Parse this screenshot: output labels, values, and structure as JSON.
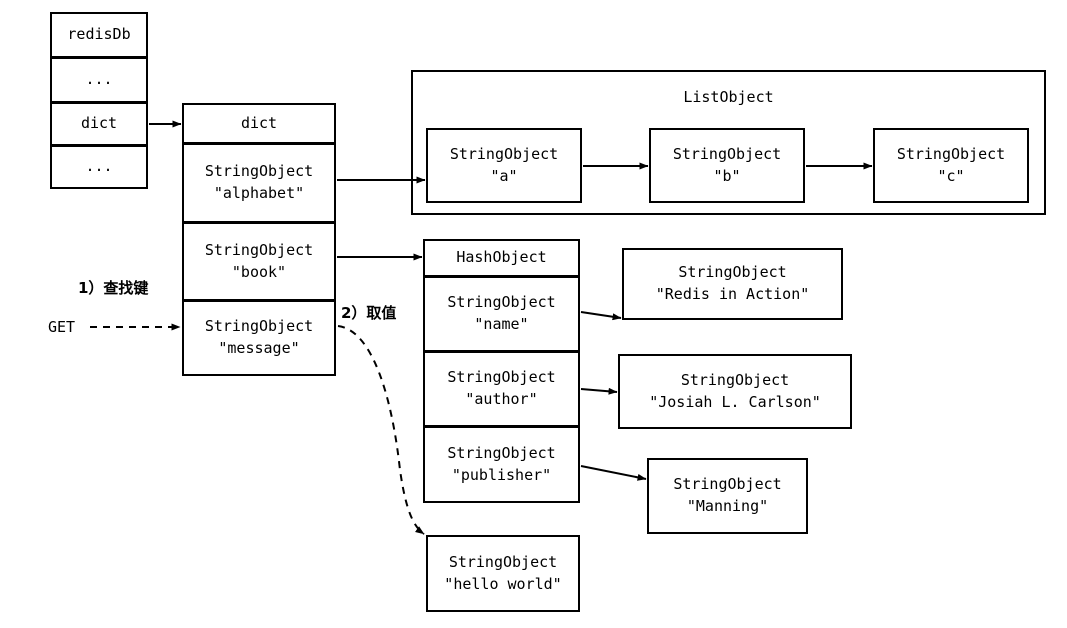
{
  "diagram": {
    "title_hidden": "Redis database key lookup diagram",
    "redis_db": {
      "name": "redis-db-box",
      "rows": [
        {
          "text": "redisDb"
        },
        {
          "text": "..."
        },
        {
          "text": "dict"
        },
        {
          "text": "..."
        }
      ]
    },
    "dict": {
      "header": "dict",
      "entries": [
        {
          "type": "StringObject",
          "value": "\"alphabet\""
        },
        {
          "type": "StringObject",
          "value": "\"book\""
        },
        {
          "type": "StringObject",
          "value": "\"message\""
        }
      ]
    },
    "list_object": {
      "title": "ListObject",
      "nodes": [
        {
          "type": "StringObject",
          "value": "\"a\""
        },
        {
          "type": "StringObject",
          "value": "\"b\""
        },
        {
          "type": "StringObject",
          "value": "\"c\""
        }
      ]
    },
    "hash_object": {
      "header": "HashObject",
      "fields": [
        {
          "type": "StringObject",
          "value": "\"name\""
        },
        {
          "type": "StringObject",
          "value": "\"author\""
        },
        {
          "type": "StringObject",
          "value": "\"publisher\""
        }
      ],
      "values": [
        {
          "type": "StringObject",
          "value": "\"Redis in Action\""
        },
        {
          "type": "StringObject",
          "value": "\"Josiah L. Carlson\""
        },
        {
          "type": "StringObject",
          "value": "\"Manning\""
        }
      ]
    },
    "message_value": {
      "type": "StringObject",
      "value": "\"hello world\""
    },
    "annotations": {
      "command": "GET",
      "step1": "1）查找键",
      "step2": "2）取值"
    },
    "colors": {
      "stroke": "#000000",
      "background": "#ffffff"
    }
  }
}
